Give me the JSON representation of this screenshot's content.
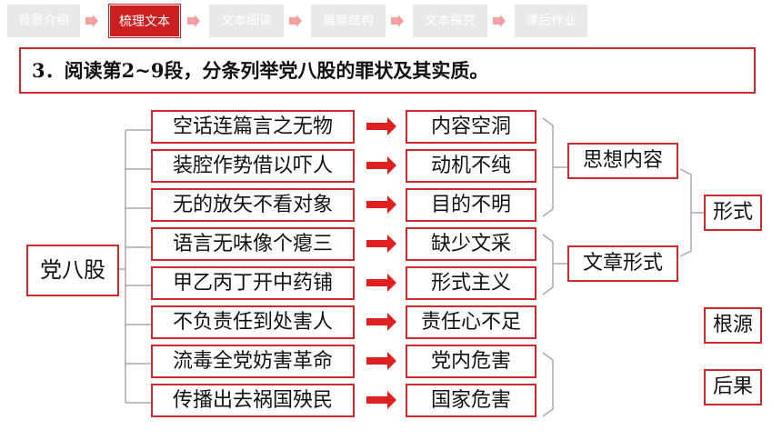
{
  "nav": {
    "tabs": [
      {
        "label": "背景介绍",
        "active": false
      },
      {
        "label": "梳理文本",
        "active": true
      },
      {
        "label": "文本细读",
        "active": false
      },
      {
        "label": "篇章结构",
        "active": false
      },
      {
        "label": "文本探究",
        "active": false
      },
      {
        "label": "课后作业",
        "active": false
      }
    ]
  },
  "question": "3．阅读第2~9段，分条列举党八股的罪状及其实质。",
  "root": "党八股",
  "crimes": [
    "空话连篇言之无物",
    "装腔作势借以吓人",
    "无的放矢不看对象",
    "语言无味像个瘪三",
    "甲乙丙丁开中药铺",
    "不负责任到处害人",
    "流毒全党妨害革命",
    "传播出去祸国殃民"
  ],
  "essence": [
    "内容空洞",
    "动机不纯",
    "目的不明",
    "缺少文采",
    "形式主义",
    "责任心不足",
    "党内危害",
    "国家危害"
  ],
  "groups": {
    "thought": "思想内容",
    "article_form": "文章形式",
    "form": "形式",
    "root_cause": "根源",
    "consequence": "后果"
  },
  "colors": {
    "accent": "#cc2b2b",
    "tab_active": "#cc1f1f",
    "tab_inactive": "#e9e9e9",
    "nav_arrow": "#f0a0a0",
    "arrow": "#e02020"
  }
}
